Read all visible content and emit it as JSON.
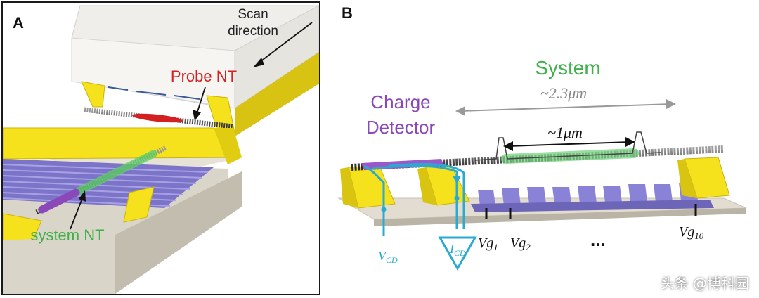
{
  "panel_a": {
    "letter": "A",
    "scan_line1": "Scan",
    "scan_line2": "direction",
    "probe_label": "Probe NT",
    "system_label": "system NT"
  },
  "panel_b": {
    "letter": "B",
    "system_title": "System",
    "length_long": "~2.3μm",
    "length_short": "~1μm",
    "charge_line1": "Charge",
    "charge_line2": "Detector",
    "vcd": "V",
    "vcd_sub": "CD",
    "icd": "I",
    "icd_sub": "CD",
    "vg1": "Vg",
    "vg1_sub": "1",
    "vg2": "Vg",
    "vg2_sub": "2",
    "ellipsis": "...",
    "vg10": "Vg",
    "vg10_sub": "10"
  },
  "watermark": "头条 @博科园",
  "colors": {
    "yellow": "#f5e21c",
    "gate": "#8a82d6",
    "base": "#d9d5c8",
    "probe": "#d42020",
    "system_green": "#3fb04a",
    "detector_purple": "#8a48b8",
    "wire_cyan": "#2aaad0"
  }
}
